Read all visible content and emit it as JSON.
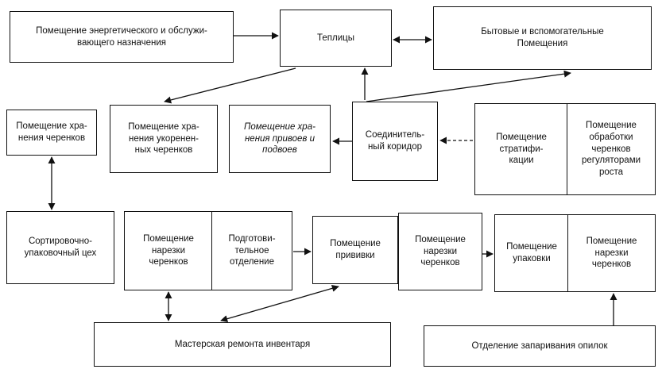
{
  "diagram": {
    "nodes": {
      "energy_room": "Помещение энергетического и обслужи-\nвающего назначения",
      "greenhouses": "Теплицы",
      "household_rooms": "Бытовые и вспомогательные\nПомещения",
      "cutting_storage": "Помещение хра-\nнения черенков",
      "rooted_cutting_storage": "Помещение хра-\nнения укоренен-\nных черенков",
      "scion_stock_storage": "Помещение хра-\nнения привоев и\nподвоев",
      "connecting_corridor": "Соединитель-\nный коридор",
      "stratification_room": "Помещение\nстратифи-\nкации",
      "growth_regulator_room": "Помещение\nобработки\nчеренков\nрегуляторами\nроста",
      "sorting_packing_shop": "Сортировочно-\nупаковочный цех",
      "cutting_room_1": "Помещение\nнарезки\nчеренков",
      "preparatory_department": "Подготови-\nтельное\nотделение",
      "grafting_room": "Помещение\nпрививки",
      "cutting_room_2": "Помещение\nнарезки\nчеренков",
      "packing_room": "Помещение\nупаковки",
      "cutting_room_3": "Помещение\nнарезки\nчеренков",
      "repair_workshop": "Мастерская ремонта инвентаря",
      "sawdust_steaming": "Отделение запаривания опилок"
    }
  }
}
